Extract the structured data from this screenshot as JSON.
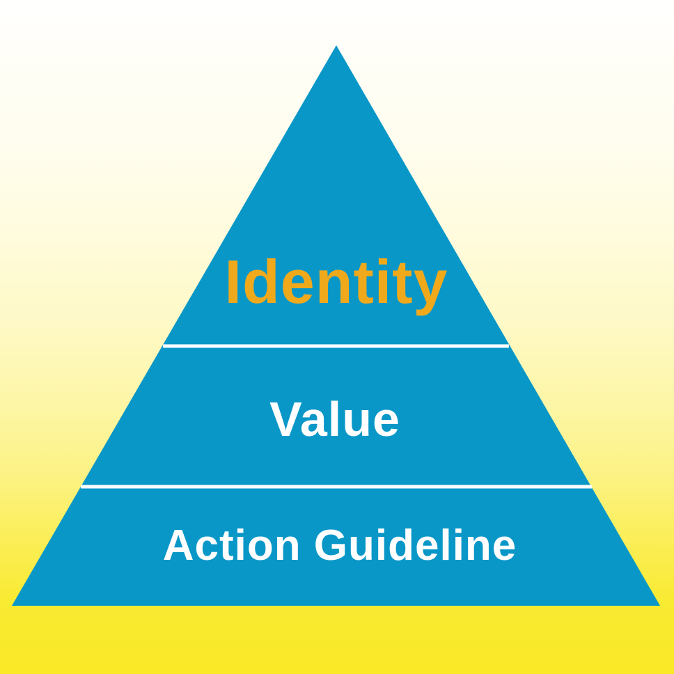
{
  "diagram": {
    "tiers": [
      {
        "label": "Identity",
        "text_color": "#F1A91C"
      },
      {
        "label": "Value",
        "text_color": "#FFFFFF"
      },
      {
        "label": "Action Guideline",
        "text_color": "#FFFFFF"
      }
    ],
    "colors": {
      "pyramid_fill": "#0997C8",
      "divider": "#FFFFFF",
      "background_top": "#FFFFFF",
      "background_bottom": "#F9E926"
    }
  }
}
